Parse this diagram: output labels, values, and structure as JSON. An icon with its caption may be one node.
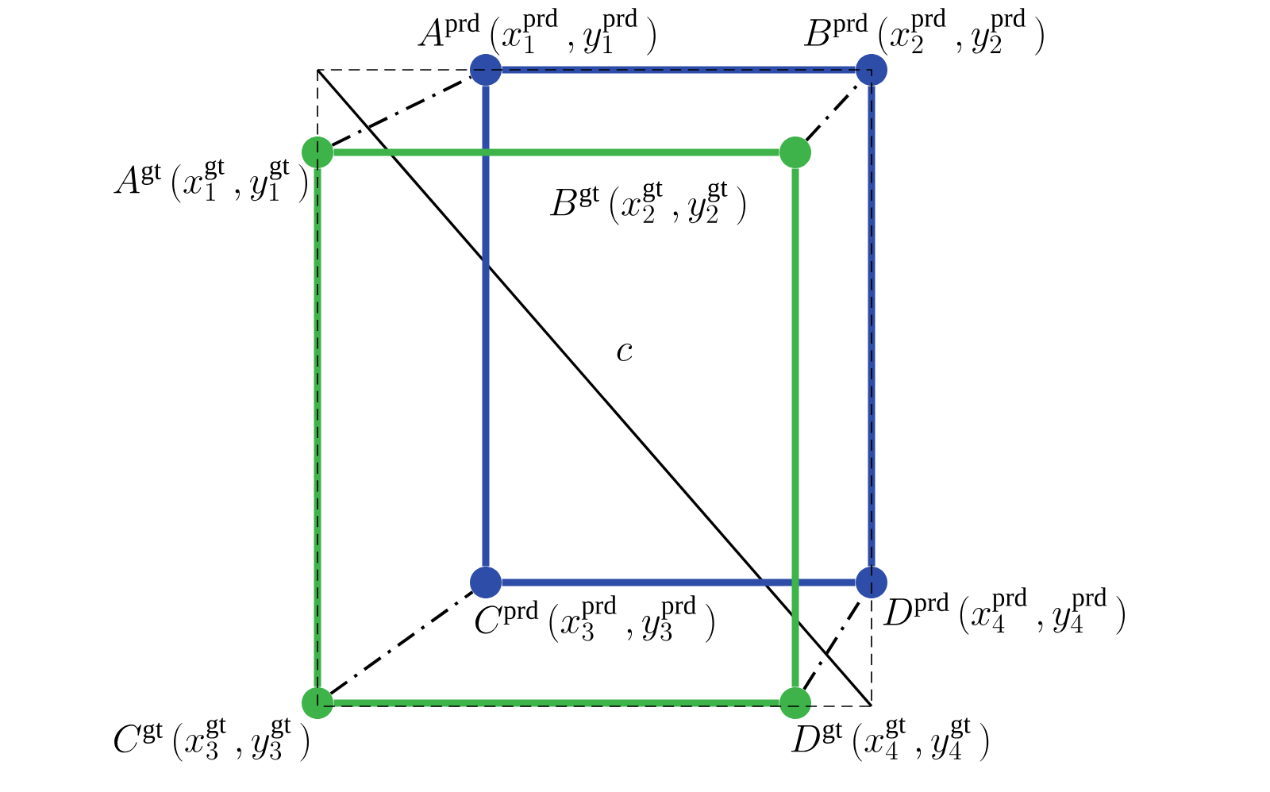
{
  "diagram": {
    "nodes": [
      {
        "text": [],
        "shape": "circle",
        "beside": [
          "A^{\\mathrm{prd}}\\,(x_1^{\\mathrm{prd}}\\,, y_1^{\\mathrm{prd}}\\,)"
        ]
      },
      {
        "text": [],
        "shape": "circle",
        "beside": [
          "B^{\\mathrm{prd}}\\,(x_2^{\\mathrm{prd}}\\,, y_2^{\\mathrm{prd}}\\,)"
        ]
      },
      {
        "text": [],
        "shape": "circle",
        "beside": [
          "A^{\\mathrm{gt}}\\,(x_1^{\\mathrm{gt}}\\,, y_1^{\\mathrm{gt}}\\,)"
        ]
      },
      {
        "text": [],
        "shape": "circle",
        "beside": [
          "B^{\\mathrm{gt}}\\,(x_2^{\\mathrm{gt}}\\,, y_2^{\\mathrm{gt}}\\,)"
        ]
      },
      {
        "text": [],
        "shape": "circle",
        "beside": [
          "C^{\\mathrm{prd}}\\,(x_3^{\\mathrm{prd}}\\,, y_3^{\\mathrm{prd}}\\,)"
        ]
      },
      {
        "text": [],
        "shape": "circle",
        "beside": [
          "D^{\\mathrm{prd}}\\,(x_4^{\\mathrm{prd}}\\,, y_4^{\\mathrm{prd}}\\,)"
        ]
      },
      {
        "text": [],
        "shape": "circle",
        "beside": [
          "C^{\\mathrm{gt}}\\,(x_3^{\\mathrm{gt}}\\,, y_3^{\\mathrm{gt}}\\,)"
        ]
      },
      {
        "text": [],
        "shape": "circle",
        "beside": [
          "D^{\\mathrm{gt}}\\,(x_4^{\\mathrm{gt}}\\,, y_4^{\\mathrm{gt}}\\,)"
        ]
      }
    ],
    "edges": [
      {
        "from": 0,
        "to": 1,
        "arrow": "none",
        "color": "#2e4da8"
      },
      {
        "from": 1,
        "to": 5,
        "arrow": "none",
        "color": "#2e4da8"
      },
      {
        "from": 5,
        "to": 4,
        "arrow": "none",
        "color": "#2e4da8"
      },
      {
        "from": 4,
        "to": 0,
        "arrow": "none",
        "color": "#2e4da8"
      },
      {
        "from": 2,
        "to": 3,
        "arrow": "none",
        "color": "#3db34a"
      },
      {
        "from": 3,
        "to": 7,
        "arrow": "none",
        "color": "#3db34a"
      },
      {
        "from": 7,
        "to": 6,
        "arrow": "none",
        "color": "#3db34a"
      },
      {
        "from": 6,
        "to": 2,
        "arrow": "none",
        "color": "#3db34a"
      },
      {
        "from": 2,
        "to": 0,
        "arrow": "none",
        "style": "dashed",
        "color": "#000000"
      },
      {
        "from": 3,
        "to": 1,
        "arrow": "none",
        "style": "dashed",
        "color": "#000000"
      },
      {
        "from": 6,
        "to": 4,
        "arrow": "none",
        "style": "dashed",
        "color": "#000000"
      },
      {
        "from": 7,
        "to": 5,
        "arrow": "none",
        "style": "dashed",
        "color": "#000000"
      }
    ],
    "labels": [
      "c"
    ]
  }
}
